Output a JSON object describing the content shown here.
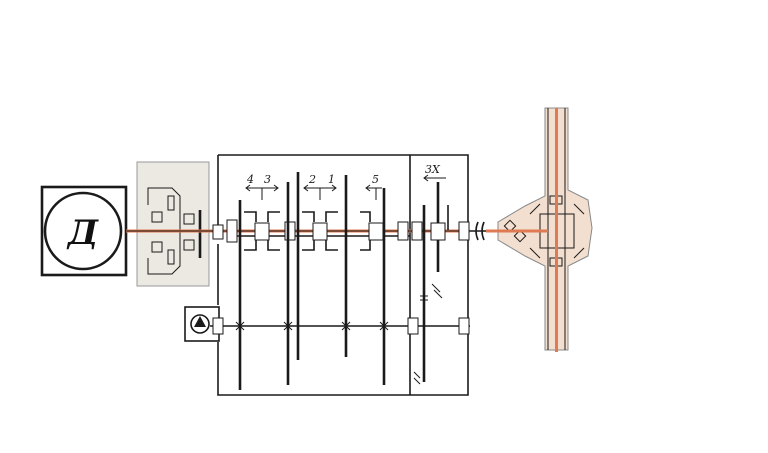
{
  "labels": {
    "motor": "Д",
    "gear_4": "4",
    "gear_3": "3",
    "gear_2": "2",
    "gear_1": "1",
    "gear_5": "5",
    "gear_reverse": "3Х"
  },
  "colors": {
    "power_flow": "#e07a52",
    "clutch_fill": "#ece8e2",
    "transfer_fill": "#f3dfcf",
    "line": "#1a1a1a"
  },
  "icons": {
    "motor": "motor-circle",
    "pump": "pump-triangle-icon",
    "couplings": "flex-coupling-icon"
  }
}
